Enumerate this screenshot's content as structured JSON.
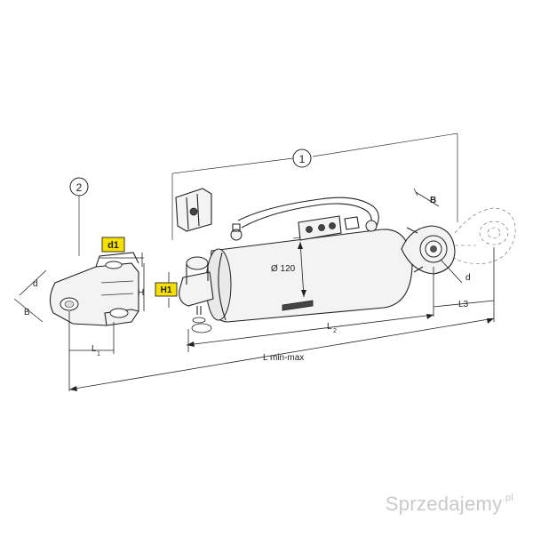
{
  "labels": {
    "callout_1": "1",
    "callout_2": "2",
    "d1": "d1",
    "h1": "H1",
    "H": "H",
    "d_left": "d",
    "B_left": "B",
    "L1": "L",
    "L1_sub": "1",
    "L2": "L",
    "L2_sub": "2",
    "L_minmax": "L min-max",
    "diameter": "Ø 120",
    "B_right": "B",
    "d_right": "d",
    "L3": "L3"
  },
  "colors": {
    "highlight_box": "#f5e000",
    "line": "#222222",
    "watermark": "#c9c9c9"
  },
  "watermark": {
    "text": "Sprzedajemy",
    "suffix": ".pl"
  }
}
